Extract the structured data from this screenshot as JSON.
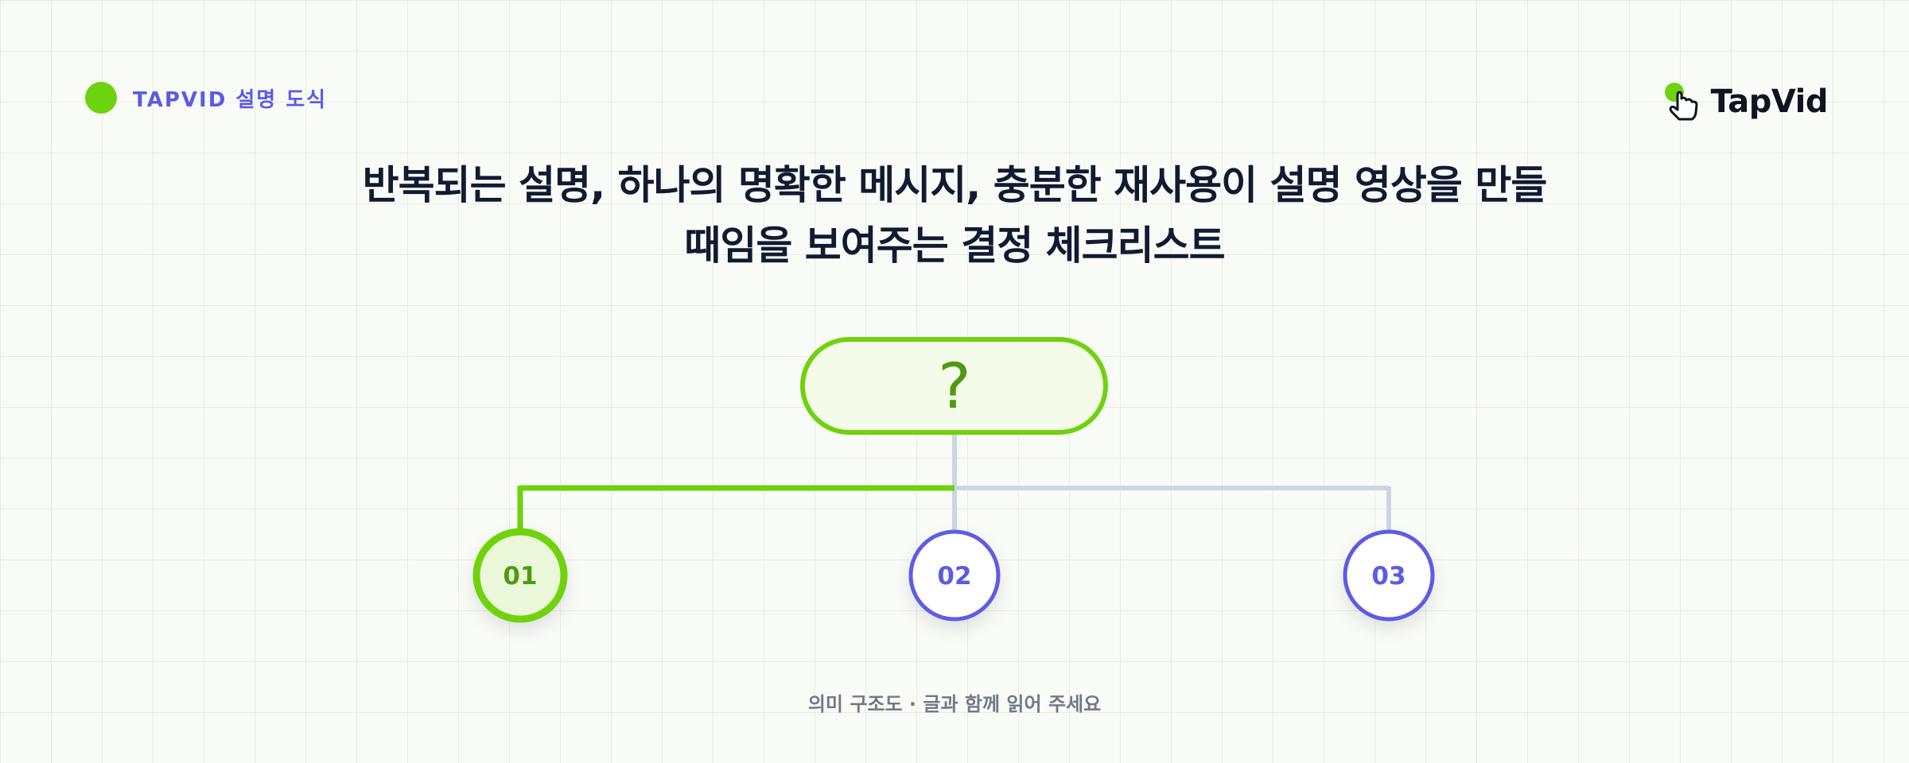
{
  "badge": {
    "label": "TAPVID 설명 도식"
  },
  "logo": {
    "text": "TapVid",
    "icon": "pointer-hand-icon"
  },
  "title": {
    "line1": "반복되는 설명, 하나의 명확한 메시지, 충분한 재사용이 설명 영상을 만들",
    "line2": "때임을 보여주는 결정 체크리스트"
  },
  "diagram": {
    "root_label": "?",
    "nodes": [
      {
        "label": "01",
        "active": true
      },
      {
        "label": "02",
        "active": false
      },
      {
        "label": "03",
        "active": false
      }
    ]
  },
  "footer": {
    "caption": "의미 구조도 · 글과 함께 읽어 주세요"
  },
  "colors": {
    "accent_green": "#6fd20e",
    "green_text": "#4f9a12",
    "accent_purple": "#5b5be6",
    "connector_gray": "#cdd5e2",
    "title": "#121a33"
  }
}
